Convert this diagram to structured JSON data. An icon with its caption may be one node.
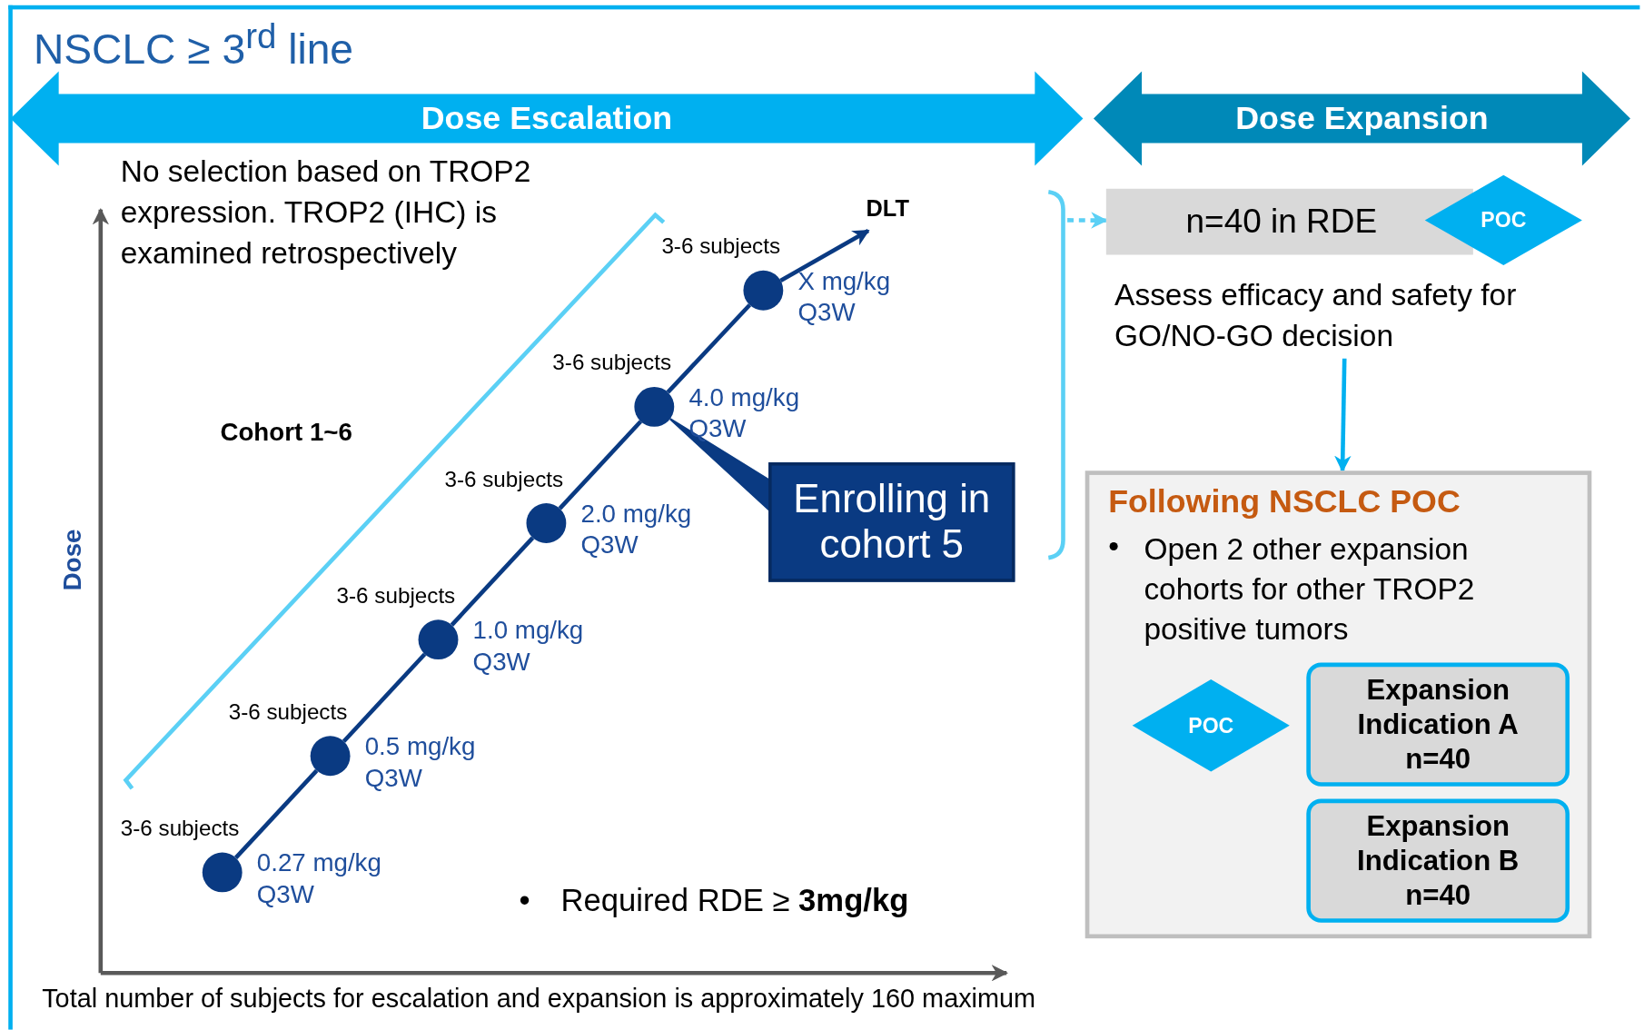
{
  "diagram": {
    "title": "NSCLC ≥ 3$^{rd}$ line",
    "nodes": [
      {
        "text": [
          "Dose Escalation"
        ]
      },
      {
        "text": [
          "Dose Expansion"
        ]
      },
      {
        "text": [],
        "shape": "circle",
        "beside": [
          "3-6 subjects",
          "0.27 mg/kg Q3W"
        ]
      },
      {
        "text": [],
        "shape": "circle",
        "beside": [
          "3-6 subjects",
          "0.5 mg/kg Q3W"
        ]
      },
      {
        "text": [],
        "shape": "circle",
        "beside": [
          "3-6 subjects",
          "1.0 mg/kg Q3W"
        ]
      },
      {
        "text": [],
        "shape": "circle",
        "beside": [
          "3-6 subjects",
          "2.0 mg/kg Q3W"
        ]
      },
      {
        "text": [],
        "shape": "circle",
        "beside": [
          "3-6 subjects",
          "4.0 mg/kg Q3W"
        ]
      },
      {
        "text": [],
        "shape": "circle",
        "beside": [
          "3-6 subjects",
          "X mg/kg Q3W"
        ]
      },
      {
        "text": [
          "DLT"
        ]
      },
      {
        "text": [
          "Enrolling in cohort 5"
        ]
      },
      {
        "text": [
          "n=40 in RDE"
        ]
      },
      {
        "text": [
          "POC"
        ]
      },
      {
        "text": [
          "Assess efficacy and safety for GO/NO-GO decision"
        ]
      },
      {
        "text": [
          "Following NSCLC POC",
          "•",
          "Open 2 other expansion cohorts for other TROP2 positive tumors"
        ]
      },
      {
        "text": [
          "POC"
        ],
        "in": 13
      },
      {
        "text": [
          "Expansion Indication A n=40"
        ],
        "in": 13
      },
      {
        "text": [
          "Expansion Indication B n=40"
        ],
        "in": 13
      }
    ],
    "edges": [
      {
        "from": 2,
        "to": 3,
        "arrow": "none"
      },
      {
        "from": 3,
        "to": 4,
        "arrow": "none"
      },
      {
        "from": 4,
        "to": 5,
        "arrow": "none"
      },
      {
        "from": 5,
        "to": 6,
        "arrow": "none"
      },
      {
        "from": 6,
        "to": 7,
        "arrow": "none"
      },
      {
        "from": 7,
        "to": 8,
        "arrow": "to"
      },
      {
        "from": 9,
        "to": 6,
        "arrow": "none"
      },
      {
        "from": null,
        "to": 10,
        "arrow": "to",
        "style": "dashed",
        "color": "#5bd0f5"
      },
      {
        "from": 12,
        "to": 13,
        "arrow": "to",
        "color": "#00b0f0"
      }
    ],
    "labels": [
      "No selection based on TROP2 expression. TROP2 (IHC) is examined retrospectively",
      "Cohort 1~6",
      "Dose",
      "•",
      "Required RDE ≥ **3mg/kg**",
      "Total number of subjects for escalation and expansion is approximately 160 maximum"
    ]
  }
}
